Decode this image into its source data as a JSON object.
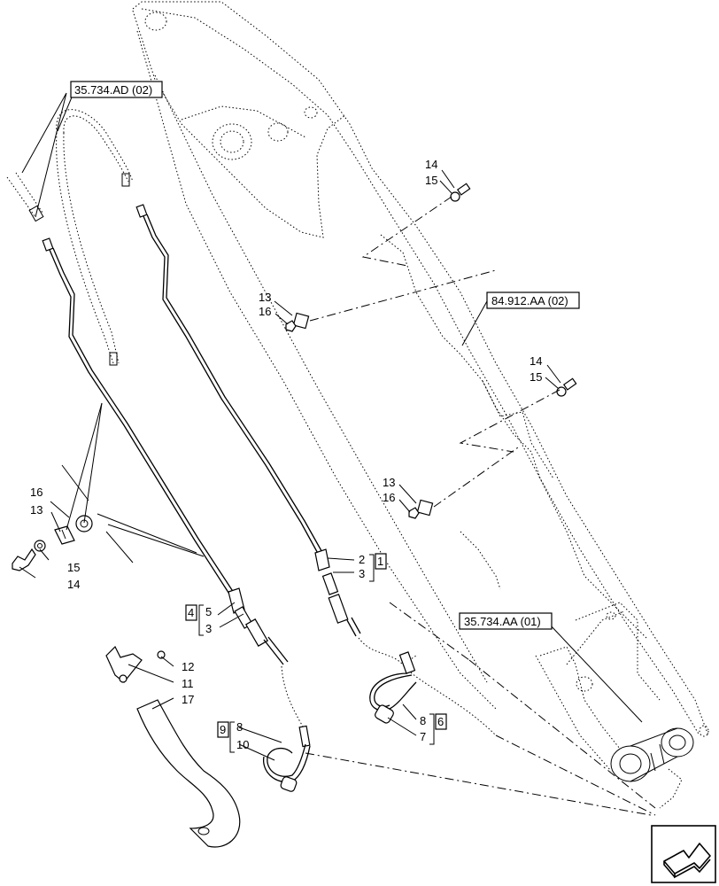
{
  "references": {
    "ref_top_left": "35.734.AD (02)",
    "ref_right": "84.912.AA (02)",
    "ref_bottom": "35.734.AA (01)"
  },
  "callouts": {
    "c14_top": "14",
    "c15_top": "15",
    "c13_mid": "13",
    "c16_mid": "16",
    "c14_right": "14",
    "c15_right": "15",
    "c13_low": "13",
    "c16_low": "16",
    "c16_left": "16",
    "c13_left": "13",
    "c15_left": "15",
    "c14_left": "14",
    "c2": "2",
    "c3_right": "3",
    "c5": "5",
    "c3_left": "3",
    "c12": "12",
    "c11": "11",
    "c17": "17",
    "c8_left": "8",
    "c10": "10",
    "c8_right": "8",
    "c7": "7"
  },
  "kit_boxes": {
    "kit1": "1",
    "kit4": "4",
    "kit9": "9",
    "kit6": "6"
  },
  "nav_icon": "page-turn-arrow-icon"
}
